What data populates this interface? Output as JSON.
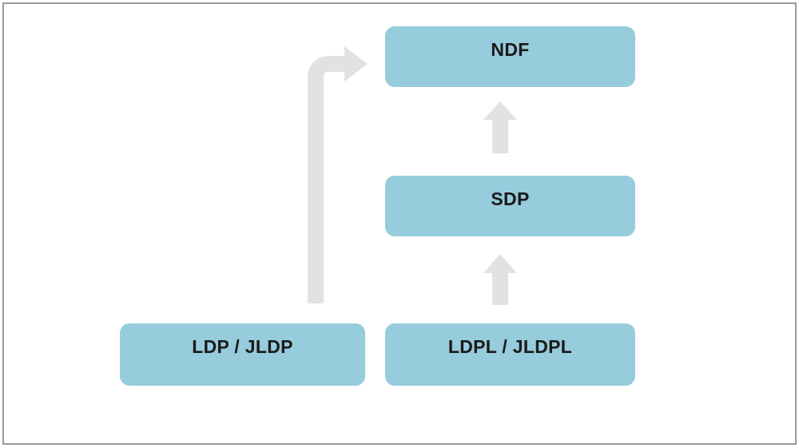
{
  "nodes": {
    "ndf": {
      "label": "NDF"
    },
    "sdp": {
      "label": "SDP"
    },
    "ldp_jldp": {
      "label": "LDP / JLDP"
    },
    "ldpl_jldpl": {
      "label": "LDPL / JLDPL"
    }
  },
  "edges": [
    {
      "from": "ldpl_jldpl",
      "to": "sdp"
    },
    {
      "from": "sdp",
      "to": "ndf"
    },
    {
      "from": "ldp_jldp",
      "to": "ndf"
    }
  ],
  "colors": {
    "node_fill": "#96ccdb",
    "arrow": "#e2e2e2",
    "frame_border": "#9a9a9a",
    "text": "#1a1a1a"
  }
}
